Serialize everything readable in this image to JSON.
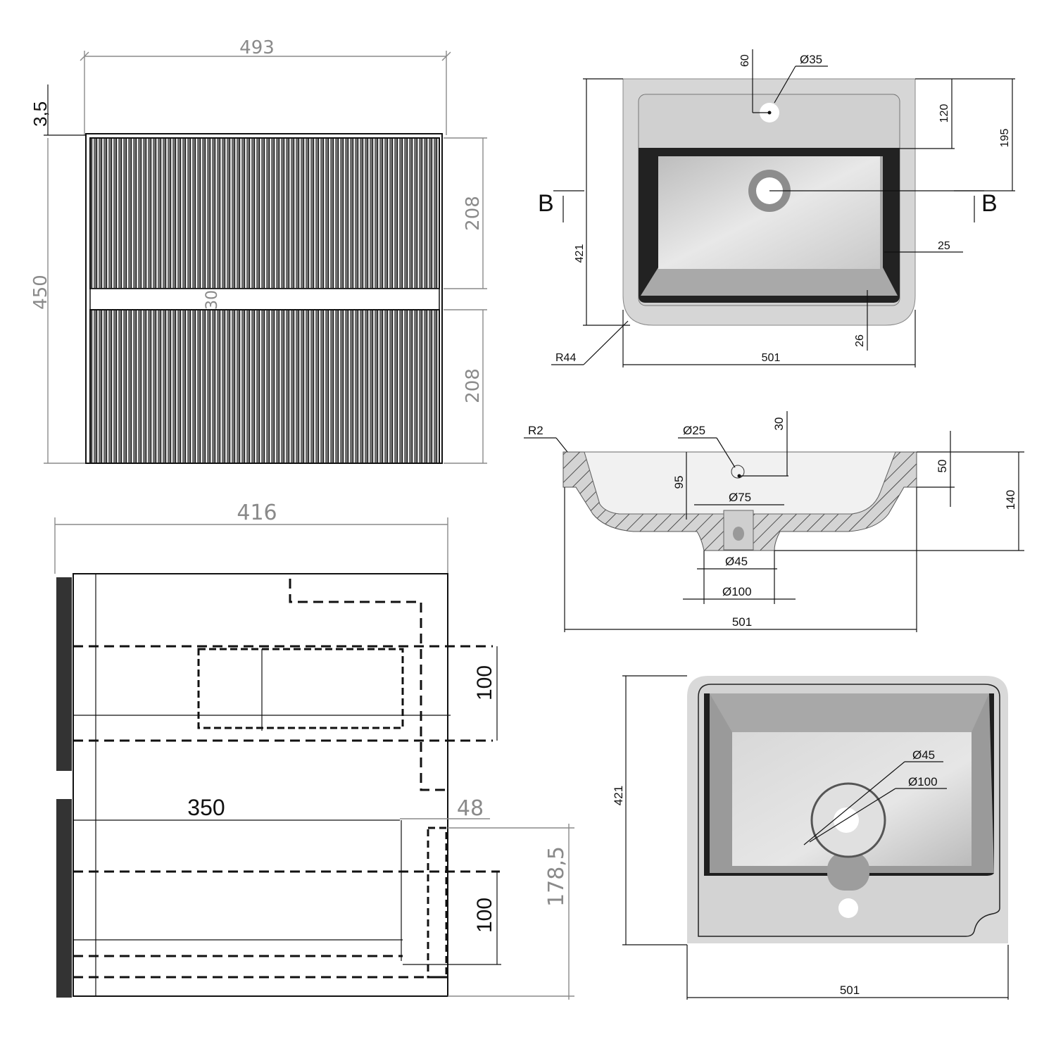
{
  "front_view": {
    "width": "493",
    "height": "450",
    "top_gap": "3,5",
    "drawer_top_height": "208",
    "drawer_gap": "30",
    "drawer_bottom_height": "208"
  },
  "side_view": {
    "depth": "416",
    "inner_depth": "350",
    "back_offset": "48",
    "lower_height": "178,5",
    "upper_drawer_inner_height": "100",
    "lower_drawer_inner_height": "100"
  },
  "basin_top_view": {
    "tap_hole_offset": "60",
    "tap_hole_diameter": "Ø35",
    "deck_depth": "120",
    "drain_offset": "195",
    "depth": "421",
    "width": "501",
    "side_rim": "25",
    "front_rim": "26",
    "corner_radius": "R44",
    "section_mark": "B"
  },
  "basin_section_view": {
    "edge_radius": "R2",
    "overflow_diameter": "Ø25",
    "overflow_offset": "30",
    "bowl_depth": "95",
    "drain_top_diameter": "Ø75",
    "drain_diameter": "Ø45",
    "drain_outer_diameter": "Ø100",
    "rim_height": "50",
    "total_height": "140",
    "width": "501"
  },
  "basin_bottom_view": {
    "depth": "421",
    "width": "501",
    "drain_diameter": "Ø45",
    "drain_outer_diameter": "Ø100"
  }
}
